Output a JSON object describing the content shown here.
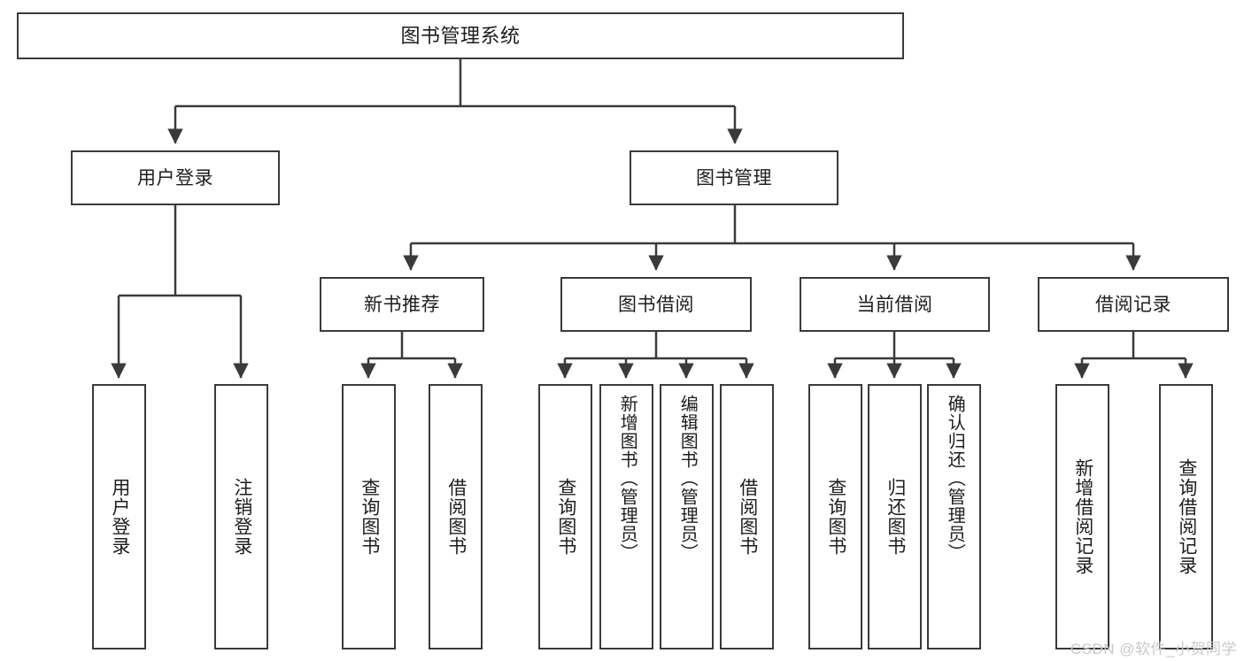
{
  "diagram": {
    "type": "hierarchy-tree",
    "title": "图书管理系统",
    "watermark": "CSDN @软件_小贺同学",
    "colors": {
      "stroke": "#3a3a3a",
      "background": "#ffffff",
      "text": "#1d1d1d",
      "watermark": "#c9c9c9"
    },
    "nodes": {
      "root": {
        "label": "图书管理系统"
      },
      "level1": [
        {
          "label": "用户登录"
        },
        {
          "label": "图书管理"
        }
      ],
      "level2": [
        {
          "label": "新书推荐"
        },
        {
          "label": "图书借阅"
        },
        {
          "label": "当前借阅"
        },
        {
          "label": "借阅记录"
        }
      ],
      "leaves": {
        "user_login": [
          {
            "label": "用户登录"
          },
          {
            "label": "注销登录"
          }
        ],
        "new_book": [
          {
            "label": "查询图书"
          },
          {
            "label": "借阅图书"
          }
        ],
        "book_borrow": [
          {
            "label": "查询图书"
          },
          {
            "label": "新增图书（管理员）"
          },
          {
            "label": "编辑图书（管理员）"
          },
          {
            "label": "借阅图书"
          }
        ],
        "current_borrow": [
          {
            "label": "查询图书"
          },
          {
            "label": "归还图书"
          },
          {
            "label": "确认归还（管理员）"
          }
        ],
        "borrow_record": [
          {
            "label": "新增借阅记录"
          },
          {
            "label": "查询借阅记录"
          }
        ]
      }
    }
  }
}
